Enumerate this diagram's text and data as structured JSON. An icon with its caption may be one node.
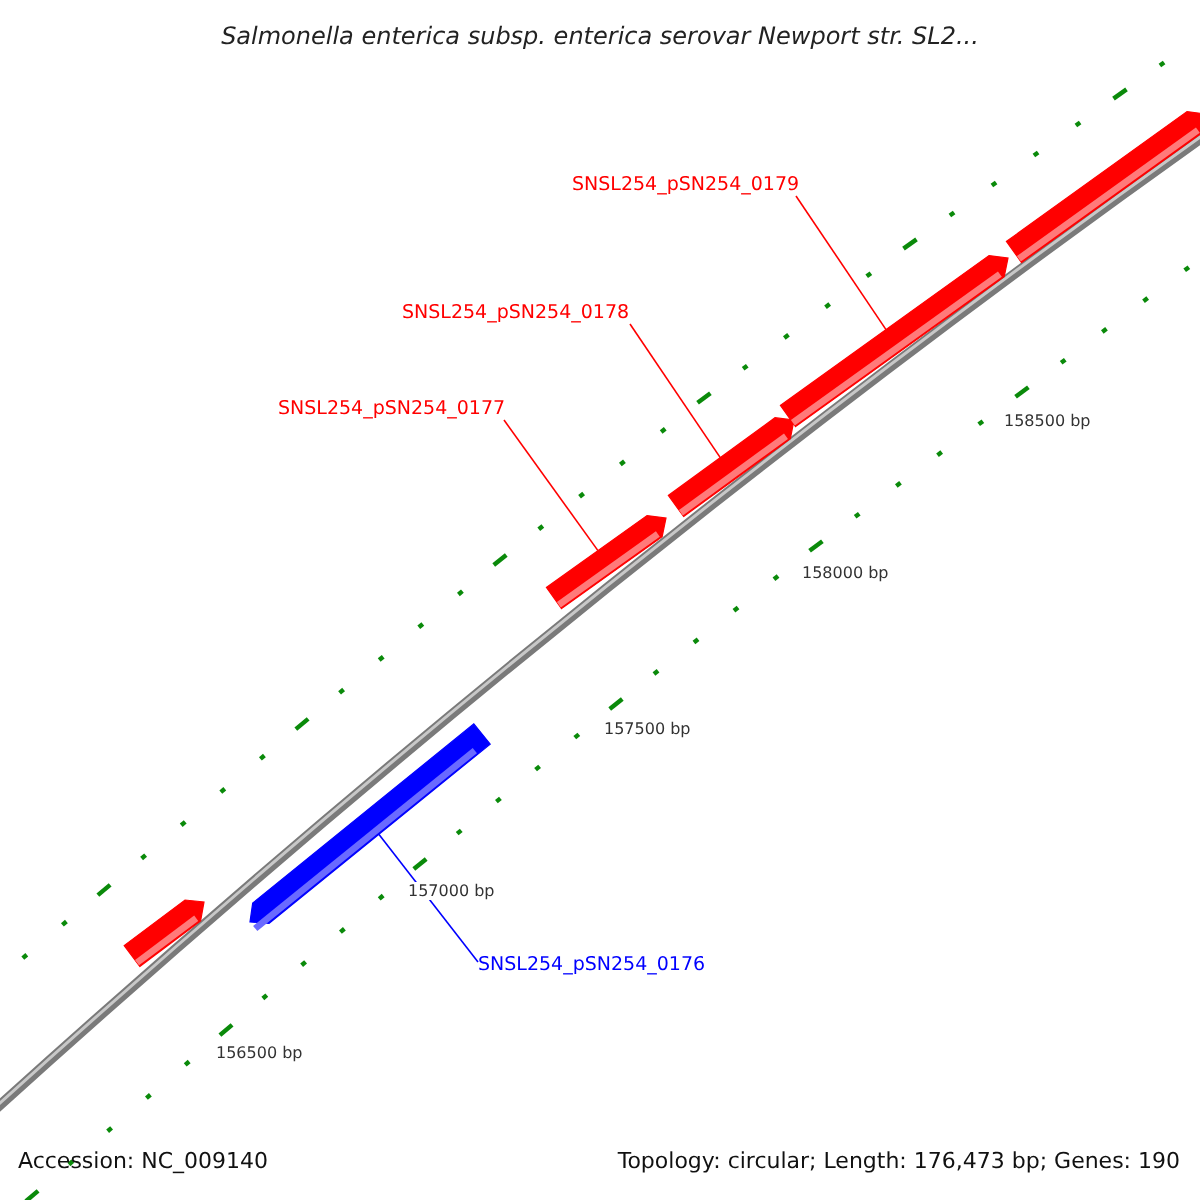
{
  "diagram": {
    "title": "Salmonella enterica subsp. enterica serovar Newport str. SL2...",
    "nodes": [
      {
        "text": [
          "SNSL254_pSN254_0179"
        ]
      },
      {
        "text": [
          "SNSL254_pSN254_0178"
        ]
      },
      {
        "text": [
          "SNSL254_pSN254_0177"
        ]
      },
      {
        "text": [
          "SNSL254_pSN254_0176"
        ]
      },
      {
        "text": [],
        "shape": "arrow"
      },
      {
        "text": [],
        "shape": "arrow"
      },
      {
        "text": [],
        "shape": "arrow"
      },
      {
        "text": [],
        "shape": "arrow"
      },
      {
        "text": [],
        "shape": "arrow"
      },
      {
        "text": [],
        "shape": "arrow"
      }
    ],
    "edges": [
      {
        "from": 0,
        "to": 8,
        "arrow": "none"
      },
      {
        "from": 1,
        "to": 7,
        "arrow": "none"
      },
      {
        "from": 2,
        "to": 6,
        "arrow": "none"
      },
      {
        "from": 3,
        "to": 5,
        "arrow": "none",
        "color": "#0000ff"
      }
    ],
    "labels": [
      "158500 bp",
      "158000 bp",
      "157500 bp",
      "157000 bp",
      "156500 bp",
      "Accession: NC_009140",
      "Topology: circular; Length: 176,473 bp; Genes: 190"
    ]
  }
}
